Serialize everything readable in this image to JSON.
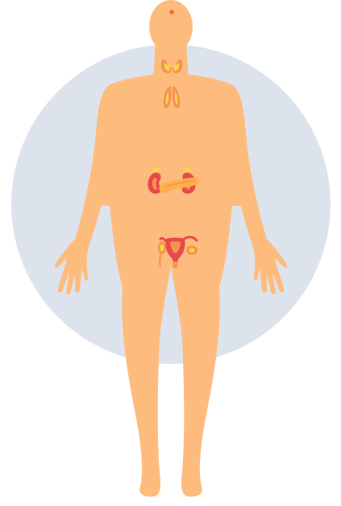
{
  "illustration": {
    "subject": "human-body-endocrine-glands",
    "colors": {
      "background": "#ffffff",
      "circle": "#dde3ec",
      "body": "#fdbc7e",
      "organ_red": "#e74a4d",
      "organ_orange": "#f3944f",
      "organ_yellow": "#ffd24a"
    },
    "organs": [
      {
        "name": "pineal-gland",
        "icon": "pineal-gland-icon"
      },
      {
        "name": "thyroid-gland",
        "icon": "thyroid-icon"
      },
      {
        "name": "thymus",
        "icon": "thymus-icon"
      },
      {
        "name": "kidneys",
        "icon": "kidney-icon"
      },
      {
        "name": "adrenal-glands",
        "icon": "adrenal-gland-icon"
      },
      {
        "name": "pancreas",
        "icon": "pancreas-icon"
      },
      {
        "name": "uterus-ovaries",
        "icon": "uterus-icon"
      }
    ]
  }
}
